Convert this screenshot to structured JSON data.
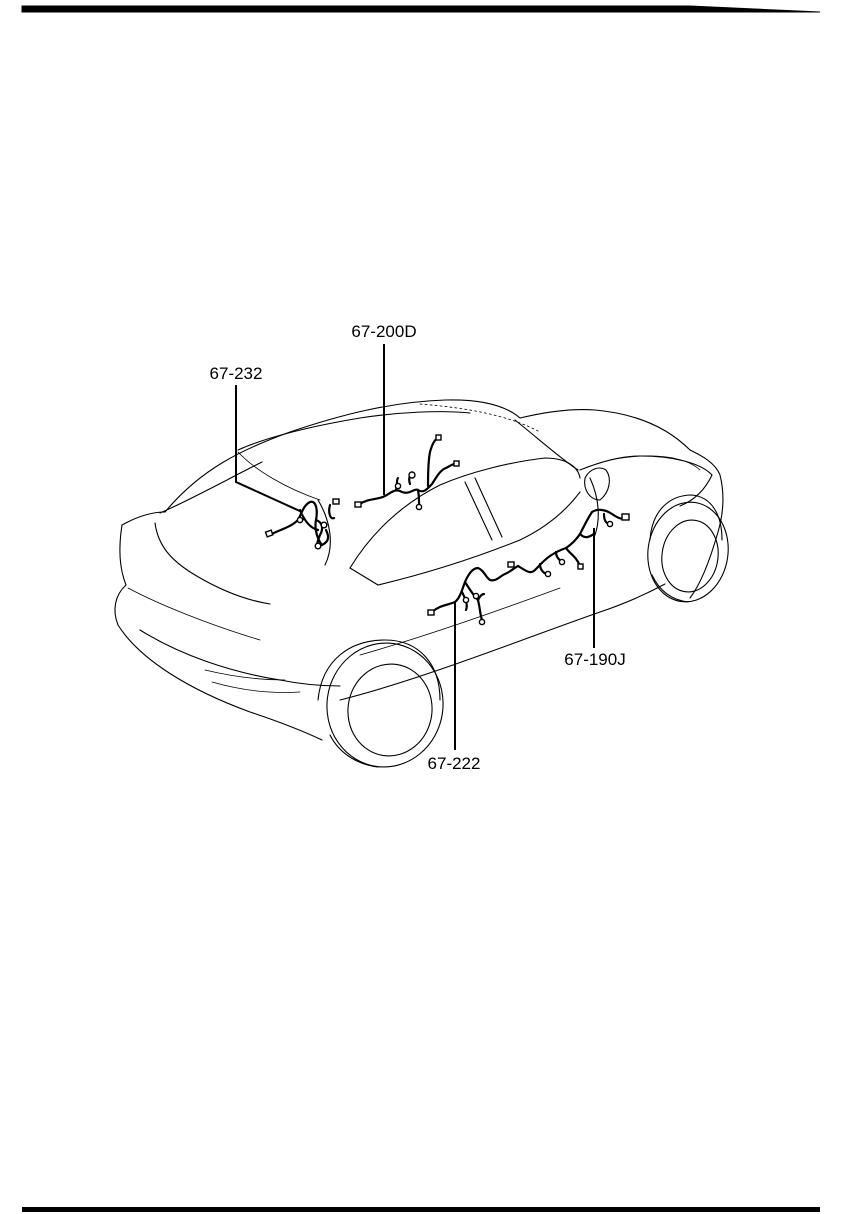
{
  "callouts": {
    "harness_rear": "67-232",
    "harness_roof": "67-200D",
    "harness_front_floor": "67-190J",
    "harness_rear_floor": "67-222"
  }
}
